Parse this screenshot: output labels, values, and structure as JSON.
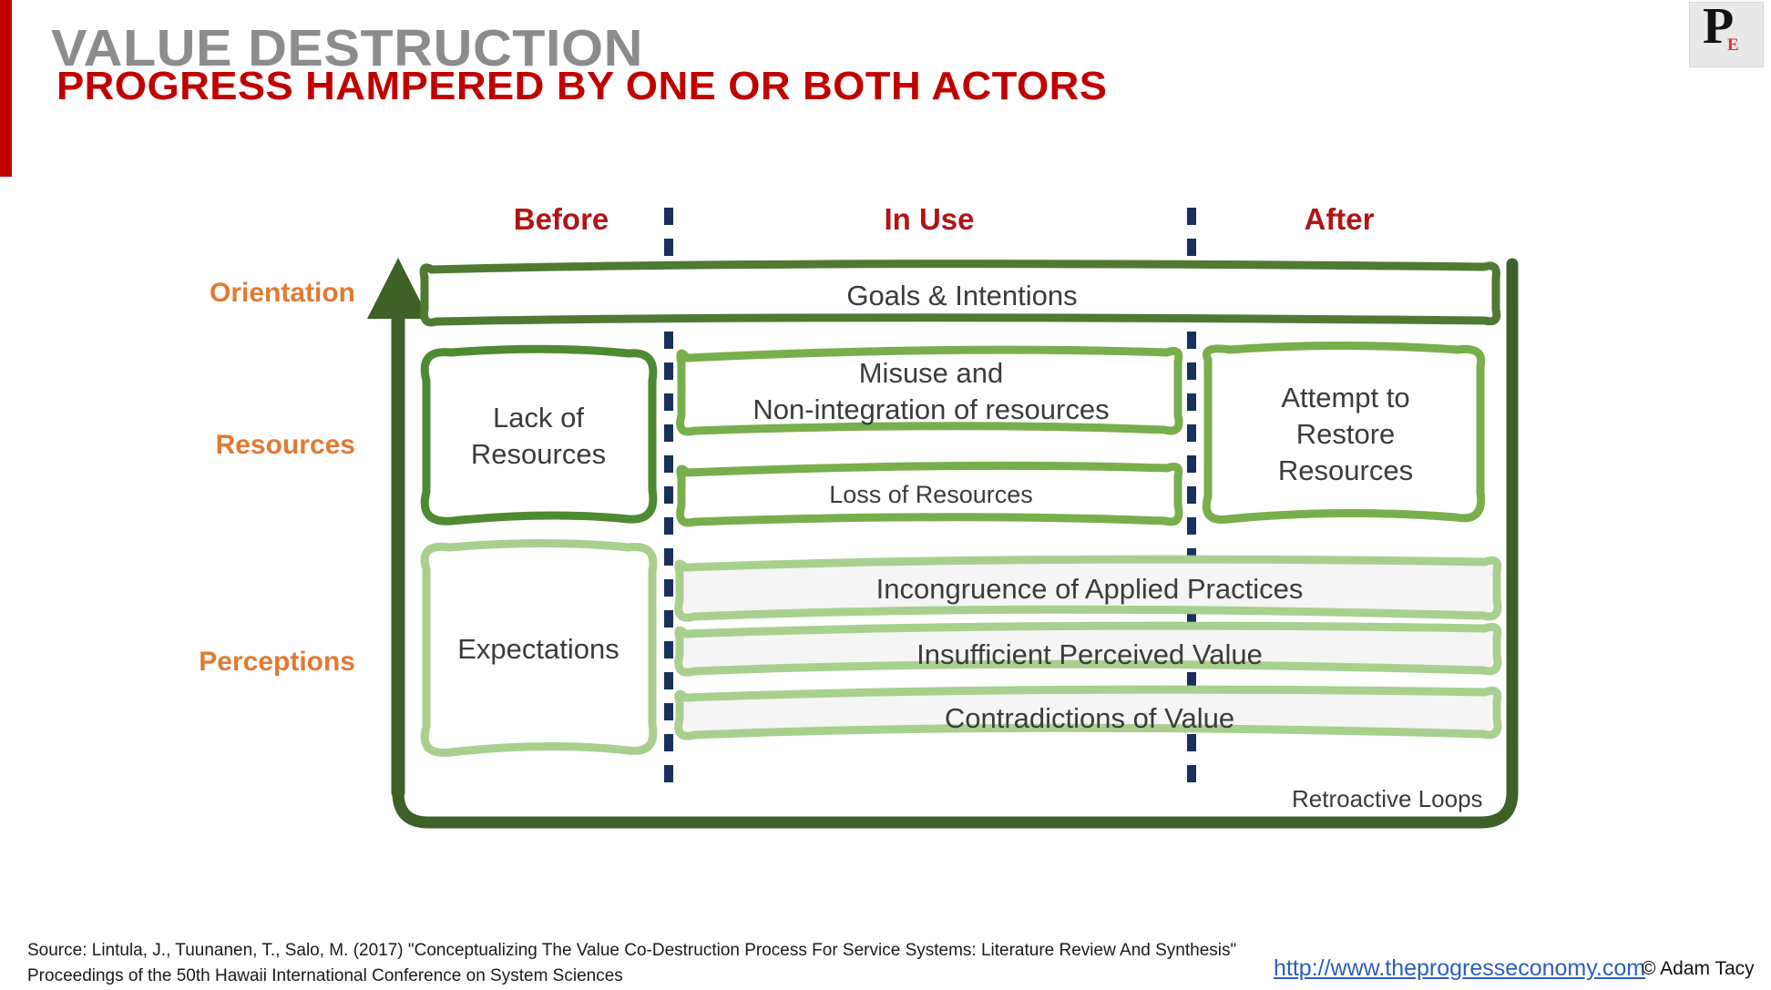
{
  "slide": {
    "title": "VALUE DESTRUCTION",
    "subtitle": "PROGRESS HAMPERED BY ONE OR BOTH ACTORS",
    "accent_red": "#c00000",
    "title_gray": "#8c8c8c",
    "label_orange": "#e17a32",
    "frame_green": "#3d6127",
    "box_green": "#70a945",
    "box_green_light": "#a8cf8e",
    "divider_navy": "#17315c"
  },
  "logo": {
    "primary": "P",
    "secondary": "E"
  },
  "columns": [
    {
      "label": "Before"
    },
    {
      "label": "In Use"
    },
    {
      "label": "After"
    }
  ],
  "rows": [
    {
      "label": "Orientation"
    },
    {
      "label": "Resources"
    },
    {
      "label": "Perceptions"
    }
  ],
  "boxes": [
    {
      "id": "goals-intentions",
      "text": "Goals & Intentions"
    },
    {
      "id": "lack-of-resources",
      "text": "Lack of\nResources"
    },
    {
      "id": "misuse-non-integration",
      "text": "Misuse and\nNon-integration of resources"
    },
    {
      "id": "loss-of-resources",
      "text": "Loss of Resources"
    },
    {
      "id": "attempt-restore",
      "text": "Attempt to\nRestore\nResources"
    },
    {
      "id": "expectations",
      "text": "Expectations"
    },
    {
      "id": "incongruence",
      "text": "Incongruence of Applied Practices"
    },
    {
      "id": "insufficient-value",
      "text": "Insufficient Perceived Value"
    },
    {
      "id": "contradictions",
      "text": "Contradictions of Value"
    }
  ],
  "annotations": {
    "retroactive_loops": "Retroactive Loops"
  },
  "footer": {
    "source_line1": "Source: Lintula, J., Tuunanen, T., Salo, M. (2017) \"Conceptualizing The Value Co-Destruction Process For Service Systems: Literature Review And Synthesis\"",
    "source_line2": "Proceedings of the 50th Hawaii International Conference on System Sciences",
    "url": "http://www.theprogresseconomy.com",
    "copyright": "© Adam Tacy"
  }
}
